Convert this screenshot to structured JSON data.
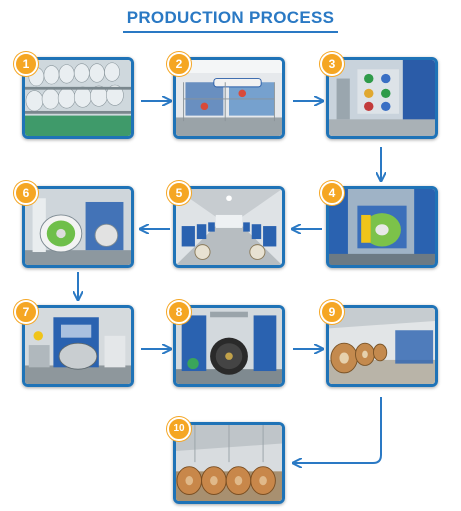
{
  "title": "PRODUCTION PROCESS",
  "colors": {
    "accent": "#2a79c4",
    "frame": "#1f73b7",
    "badge": "#f5a623"
  },
  "steps": [
    {
      "number": "1"
    },
    {
      "number": "2"
    },
    {
      "number": "3"
    },
    {
      "number": "4"
    },
    {
      "number": "5"
    },
    {
      "number": "6"
    },
    {
      "number": "7"
    },
    {
      "number": "8"
    },
    {
      "number": "9"
    },
    {
      "number": "10"
    }
  ]
}
